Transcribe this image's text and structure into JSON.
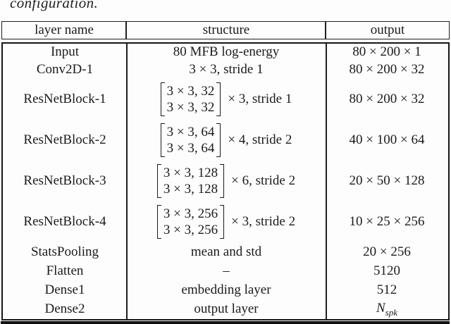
{
  "caption_fragment": "configuration.",
  "table": {
    "headers": {
      "layer": "layer name",
      "structure": "structure",
      "output": "output"
    },
    "rows": [
      {
        "name": "Input",
        "structure": "80 MFB log-energy",
        "output": "80 × 200 × 1"
      },
      {
        "name": "Conv2D-1",
        "structure": "3 × 3, stride 1",
        "output": "80 × 200 × 32"
      },
      {
        "name": "ResNetBlock-1",
        "matrix": {
          "line1": "3 × 3, 32",
          "line2": "3 × 3, 32",
          "suffix": "× 3, stride 1"
        },
        "output": "80 × 200 × 32"
      },
      {
        "name": "ResNetBlock-2",
        "matrix": {
          "line1": "3 × 3, 64",
          "line2": "3 × 3, 64",
          "suffix": "× 4, stride 2"
        },
        "output": "40 × 100 × 64"
      },
      {
        "name": "ResNetBlock-3",
        "matrix": {
          "line1": "3 × 3, 128",
          "line2": "3 × 3, 128",
          "suffix": "× 6, stride 2"
        },
        "output": "20 × 50 × 128"
      },
      {
        "name": "ResNetBlock-4",
        "matrix": {
          "line1": "3 × 3, 256",
          "line2": "3 × 3, 256",
          "suffix": "× 3, stride 2"
        },
        "output": "10 × 25 × 256"
      },
      {
        "name": "StatsPooling",
        "structure": "mean and std",
        "output": "20 × 256"
      },
      {
        "name": "Flatten",
        "structure": "–",
        "output": "5120"
      },
      {
        "name": "Dense1",
        "structure": "embedding layer",
        "output": "512"
      },
      {
        "name": "Dense2",
        "structure": "output layer",
        "output_base": "N",
        "output_sub": "spk"
      }
    ]
  },
  "colors": {
    "text": "#1b1b1b",
    "border": "#1f1f1f",
    "background": "#fdfdfd"
  }
}
